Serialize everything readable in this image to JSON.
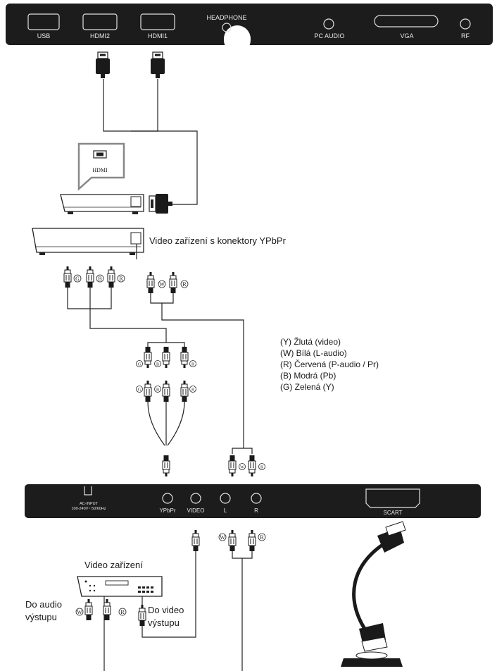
{
  "top_panel": {
    "ports": [
      "USB",
      "HDMI2",
      "HDMI1",
      "HEADPHONE",
      "PC AUDIO",
      "VGA",
      "RF"
    ]
  },
  "hdmi_device": {
    "badge": "HDMI"
  },
  "ypbpr_device": {
    "caption": "Video zařízení s konektory YPbPr"
  },
  "connector_letters": {
    "green": "G",
    "blue": "B",
    "red": "R",
    "white": "W"
  },
  "legend": [
    "(Y) Žlutá (video)",
    "(W) Bílá (L-audio)",
    "(R) Červená (P-audio / Pr)",
    "(B) Modrá (Pb)",
    "(G) Zelená (Y)"
  ],
  "bottom_panel": {
    "ac_input_line1": "AC-INPUT",
    "ac_input_line2": "100-240V~ 50/60Hz",
    "ports": [
      "YPbPr",
      "VIDEO",
      "L",
      "R",
      "SCART"
    ]
  },
  "video_device": {
    "caption": "Video zařízení",
    "audio_out": [
      "Do audio",
      "výstupu"
    ],
    "video_out": [
      "Do video",
      "výstupu"
    ]
  },
  "colors": {
    "panel": "#1c1c1c",
    "line": "#222222",
    "device_fill": "#ffffff"
  }
}
